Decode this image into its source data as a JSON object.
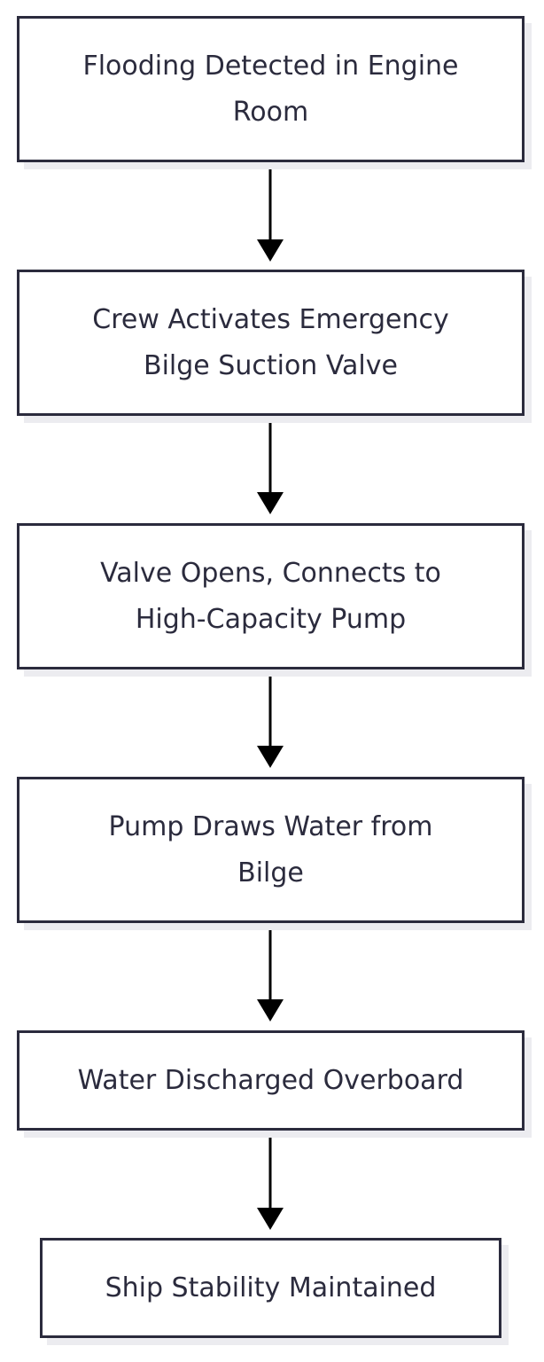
{
  "flowchart": {
    "nodes": [
      {
        "id": "n1",
        "lines": [
          "Flooding Detected in Engine",
          "Room"
        ]
      },
      {
        "id": "n2",
        "lines": [
          "Crew Activates Emergency",
          "Bilge Suction Valve"
        ]
      },
      {
        "id": "n3",
        "lines": [
          "Valve Opens, Connects to",
          "High-Capacity Pump"
        ]
      },
      {
        "id": "n4",
        "lines": [
          "Pump Draws Water from",
          "Bilge"
        ]
      },
      {
        "id": "n5",
        "lines": [
          "Water Discharged Overboard"
        ]
      },
      {
        "id": "n6",
        "lines": [
          "Ship Stability Maintained"
        ]
      }
    ],
    "edges": [
      {
        "from": "n1",
        "to": "n2"
      },
      {
        "from": "n2",
        "to": "n3"
      },
      {
        "from": "n3",
        "to": "n4"
      },
      {
        "from": "n4",
        "to": "n5"
      },
      {
        "from": "n5",
        "to": "n6"
      }
    ]
  }
}
